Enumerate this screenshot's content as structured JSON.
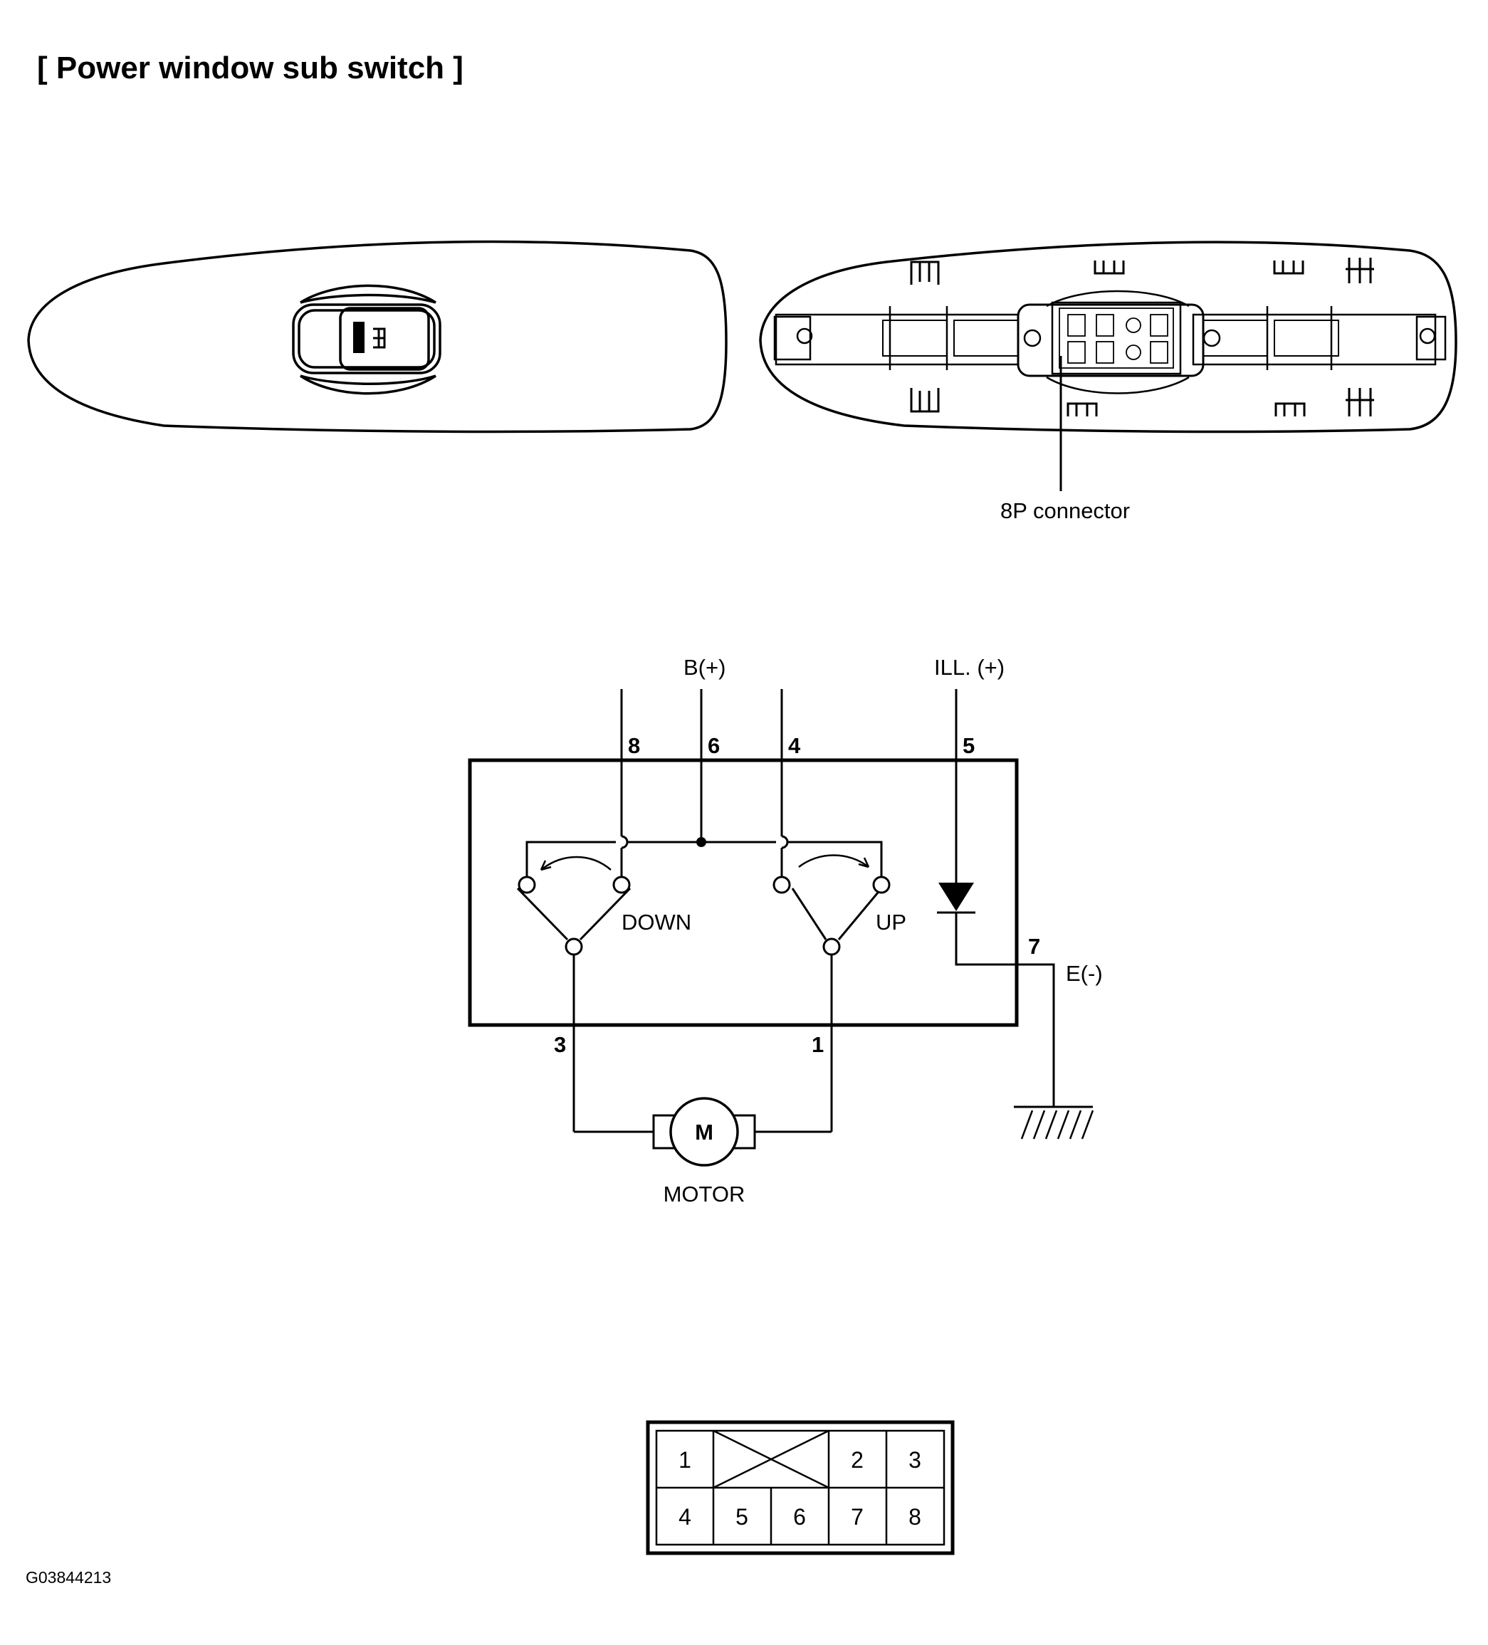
{
  "title": "[ Power window sub switch ]",
  "connector_callout": "8P connector",
  "figure_code": "G03844213",
  "schematic": {
    "supply_label": "B(+)",
    "illumination_label": "ILL. (+)",
    "ground_label": "E(-)",
    "down_label": "DOWN",
    "up_label": "UP",
    "motor_symbol": "M",
    "motor_label": "MOTOR",
    "pins": {
      "p8": "8",
      "p6": "6",
      "p4": "4",
      "p5": "5",
      "p7": "7",
      "p3": "3",
      "p1": "1"
    }
  },
  "connector_face": {
    "row1": [
      "1",
      "2",
      "3"
    ],
    "row2": [
      "4",
      "5",
      "6",
      "7",
      "8"
    ],
    "blank_cavity_icon": "x-cross-icon"
  }
}
